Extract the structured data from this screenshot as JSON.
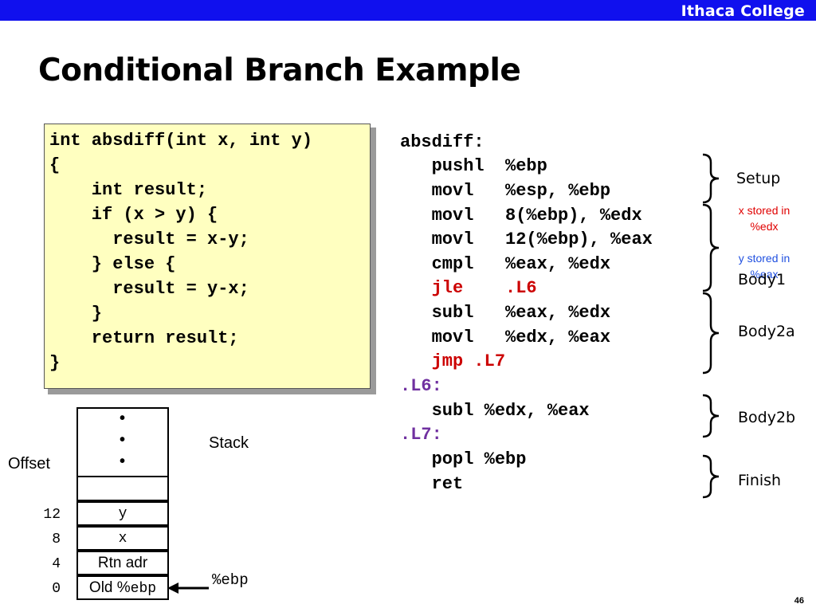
{
  "header": {
    "brand": "Ithaca College"
  },
  "slide": {
    "title": "Conditional Branch Example",
    "page_number": "46"
  },
  "c_code": {
    "lines": [
      "int absdiff(int x, int y)",
      "{",
      "    int result;",
      "    if (x > y) {",
      "      result = x-y;",
      "    } else {",
      "      result = y-x;",
      "    }",
      "    return result;",
      "}"
    ]
  },
  "assembly": {
    "lines": [
      {
        "text": "absdiff:",
        "color": "black"
      },
      {
        "text": "   pushl  %ebp",
        "color": "black"
      },
      {
        "text": "   movl   %esp, %ebp",
        "color": "black"
      },
      {
        "text": "   movl   8(%ebp), %edx",
        "color": "black"
      },
      {
        "text": "   movl   12(%ebp), %eax",
        "color": "black"
      },
      {
        "text": "   cmpl   %eax, %edx",
        "color": "black"
      },
      {
        "text": "   jle    .L6",
        "color": "red"
      },
      {
        "text": "   subl   %eax, %edx",
        "color": "black"
      },
      {
        "text": "   movl   %edx, %eax",
        "color": "black"
      },
      {
        "text": "   jmp .L7",
        "color": "red"
      },
      {
        "text": ".L6:",
        "color": "purple"
      },
      {
        "text": "   subl %edx, %eax",
        "color": "black"
      },
      {
        "text": ".L7:",
        "color": "purple"
      },
      {
        "text": "   popl %ebp",
        "color": "black"
      },
      {
        "text": "   ret",
        "color": "black"
      }
    ]
  },
  "sections": {
    "setup": "Setup",
    "body1": "Body1",
    "body2a": "Body2a",
    "body2b": "Body2b",
    "finish": "Finish"
  },
  "annotations": {
    "x_stored": "x stored in %edx",
    "y_stored": "y stored in %eax"
  },
  "stack": {
    "label": "Stack",
    "offset_label": "Offset",
    "cells": [
      "y",
      "x",
      "Rtn adr",
      "Old %",
      "ebp"
    ],
    "offsets": [
      "12",
      "8",
      "4",
      "0"
    ],
    "pointer_label": "%ebp"
  },
  "colors": {
    "header_bar": "#1010ee",
    "code_box": "#ffffc0",
    "jump_red": "#cc0000",
    "label_purple": "#7030a0",
    "annotation_red": "#e00000",
    "annotation_blue": "#2050e0"
  }
}
